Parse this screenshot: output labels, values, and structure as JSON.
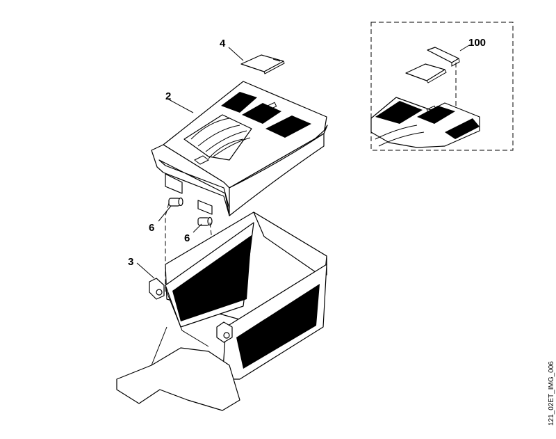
{
  "diagram": {
    "callouts": [
      {
        "id": "callout-4",
        "label": "4"
      },
      {
        "id": "callout-2",
        "label": "2"
      },
      {
        "id": "callout-6a",
        "label": "6"
      },
      {
        "id": "callout-6b",
        "label": "6"
      },
      {
        "id": "callout-3",
        "label": "3"
      },
      {
        "id": "callout-100",
        "label": "100"
      }
    ],
    "image_code": "121_02ET_IMG_006"
  }
}
